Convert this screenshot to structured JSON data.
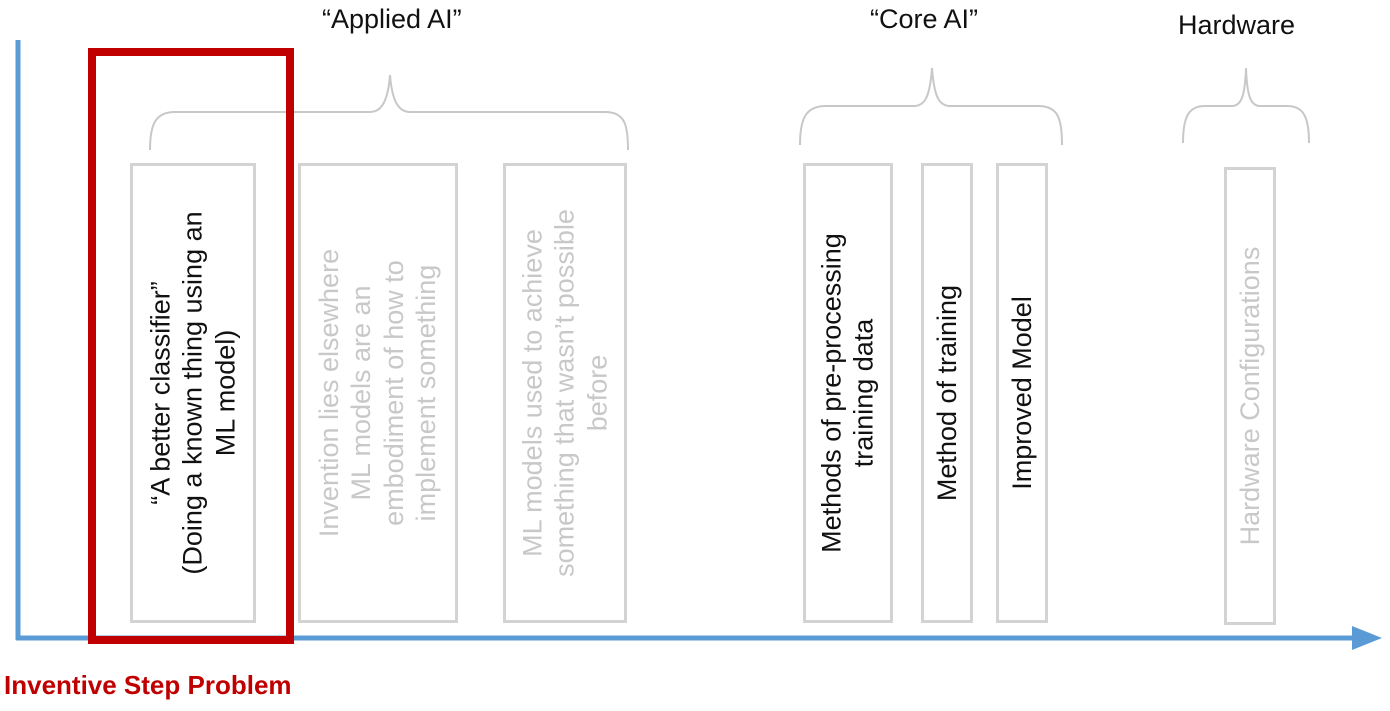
{
  "groups": {
    "applied": {
      "title": "“Applied AI”"
    },
    "core": {
      "title": "“Core AI”"
    },
    "hardware": {
      "title": "Hardware"
    }
  },
  "boxes": [
    {
      "id": "better-classifier",
      "group": "applied",
      "style": "dark",
      "lines": [
        "“A better classifier”",
        "(Doing a known thing using an",
        "ML model)"
      ]
    },
    {
      "id": "invention-elsewhere",
      "group": "applied",
      "style": "grey",
      "lines": [
        "Invention lies elsewhere",
        "ML models are an",
        "embodiment of how to",
        "implement something"
      ]
    },
    {
      "id": "not-possible-before",
      "group": "applied",
      "style": "grey",
      "lines": [
        "ML models used to achieve",
        "something that wasn’t possible",
        "before"
      ]
    },
    {
      "id": "preprocessing",
      "group": "core",
      "style": "dark",
      "lines": [
        "Methods of pre-processing",
        "training data"
      ]
    },
    {
      "id": "method-training",
      "group": "core",
      "style": "dark",
      "lines": [
        "Method of training"
      ]
    },
    {
      "id": "improved-model",
      "group": "core",
      "style": "dark",
      "lines": [
        "Improved Model"
      ]
    },
    {
      "id": "hardware-configurations",
      "group": "hardware",
      "style": "grey",
      "lines": [
        "Hardware Configurations"
      ]
    }
  ],
  "highlight": {
    "caption": "Inventive Step Problem",
    "target_box": "better-classifier"
  },
  "colors": {
    "axis": "#5b9bd5",
    "highlight": "#c00000",
    "box_border": "#d3d3d3",
    "brace": "#c8c8c8",
    "grey_text": "#c8c8c8",
    "dark_text": "#111111"
  }
}
